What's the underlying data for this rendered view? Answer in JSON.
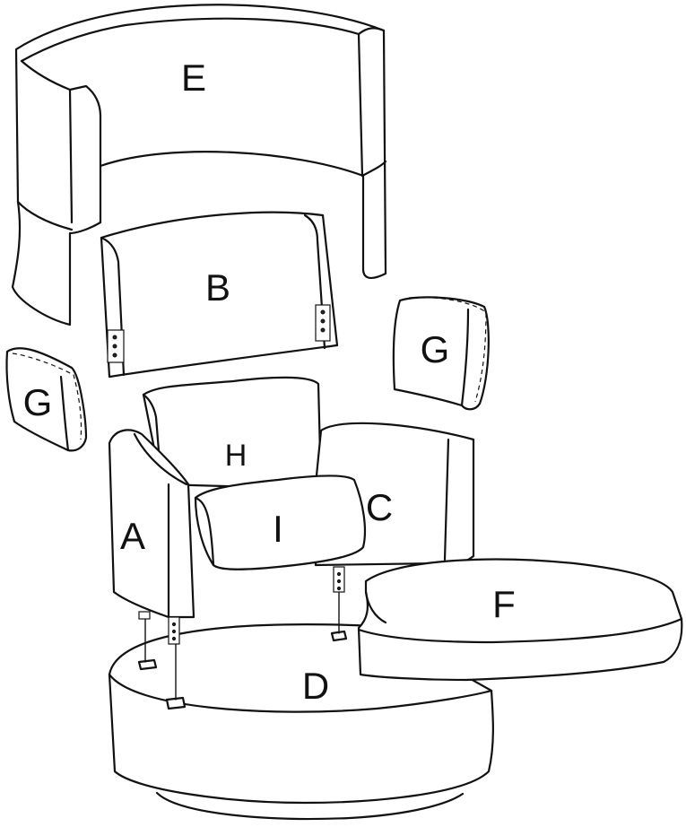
{
  "labels": {
    "e": "E",
    "b": "B",
    "g_left": "G",
    "g_right": "G",
    "h": "H",
    "a": "A",
    "i": "I",
    "c": "C",
    "f": "F",
    "d": "D"
  }
}
